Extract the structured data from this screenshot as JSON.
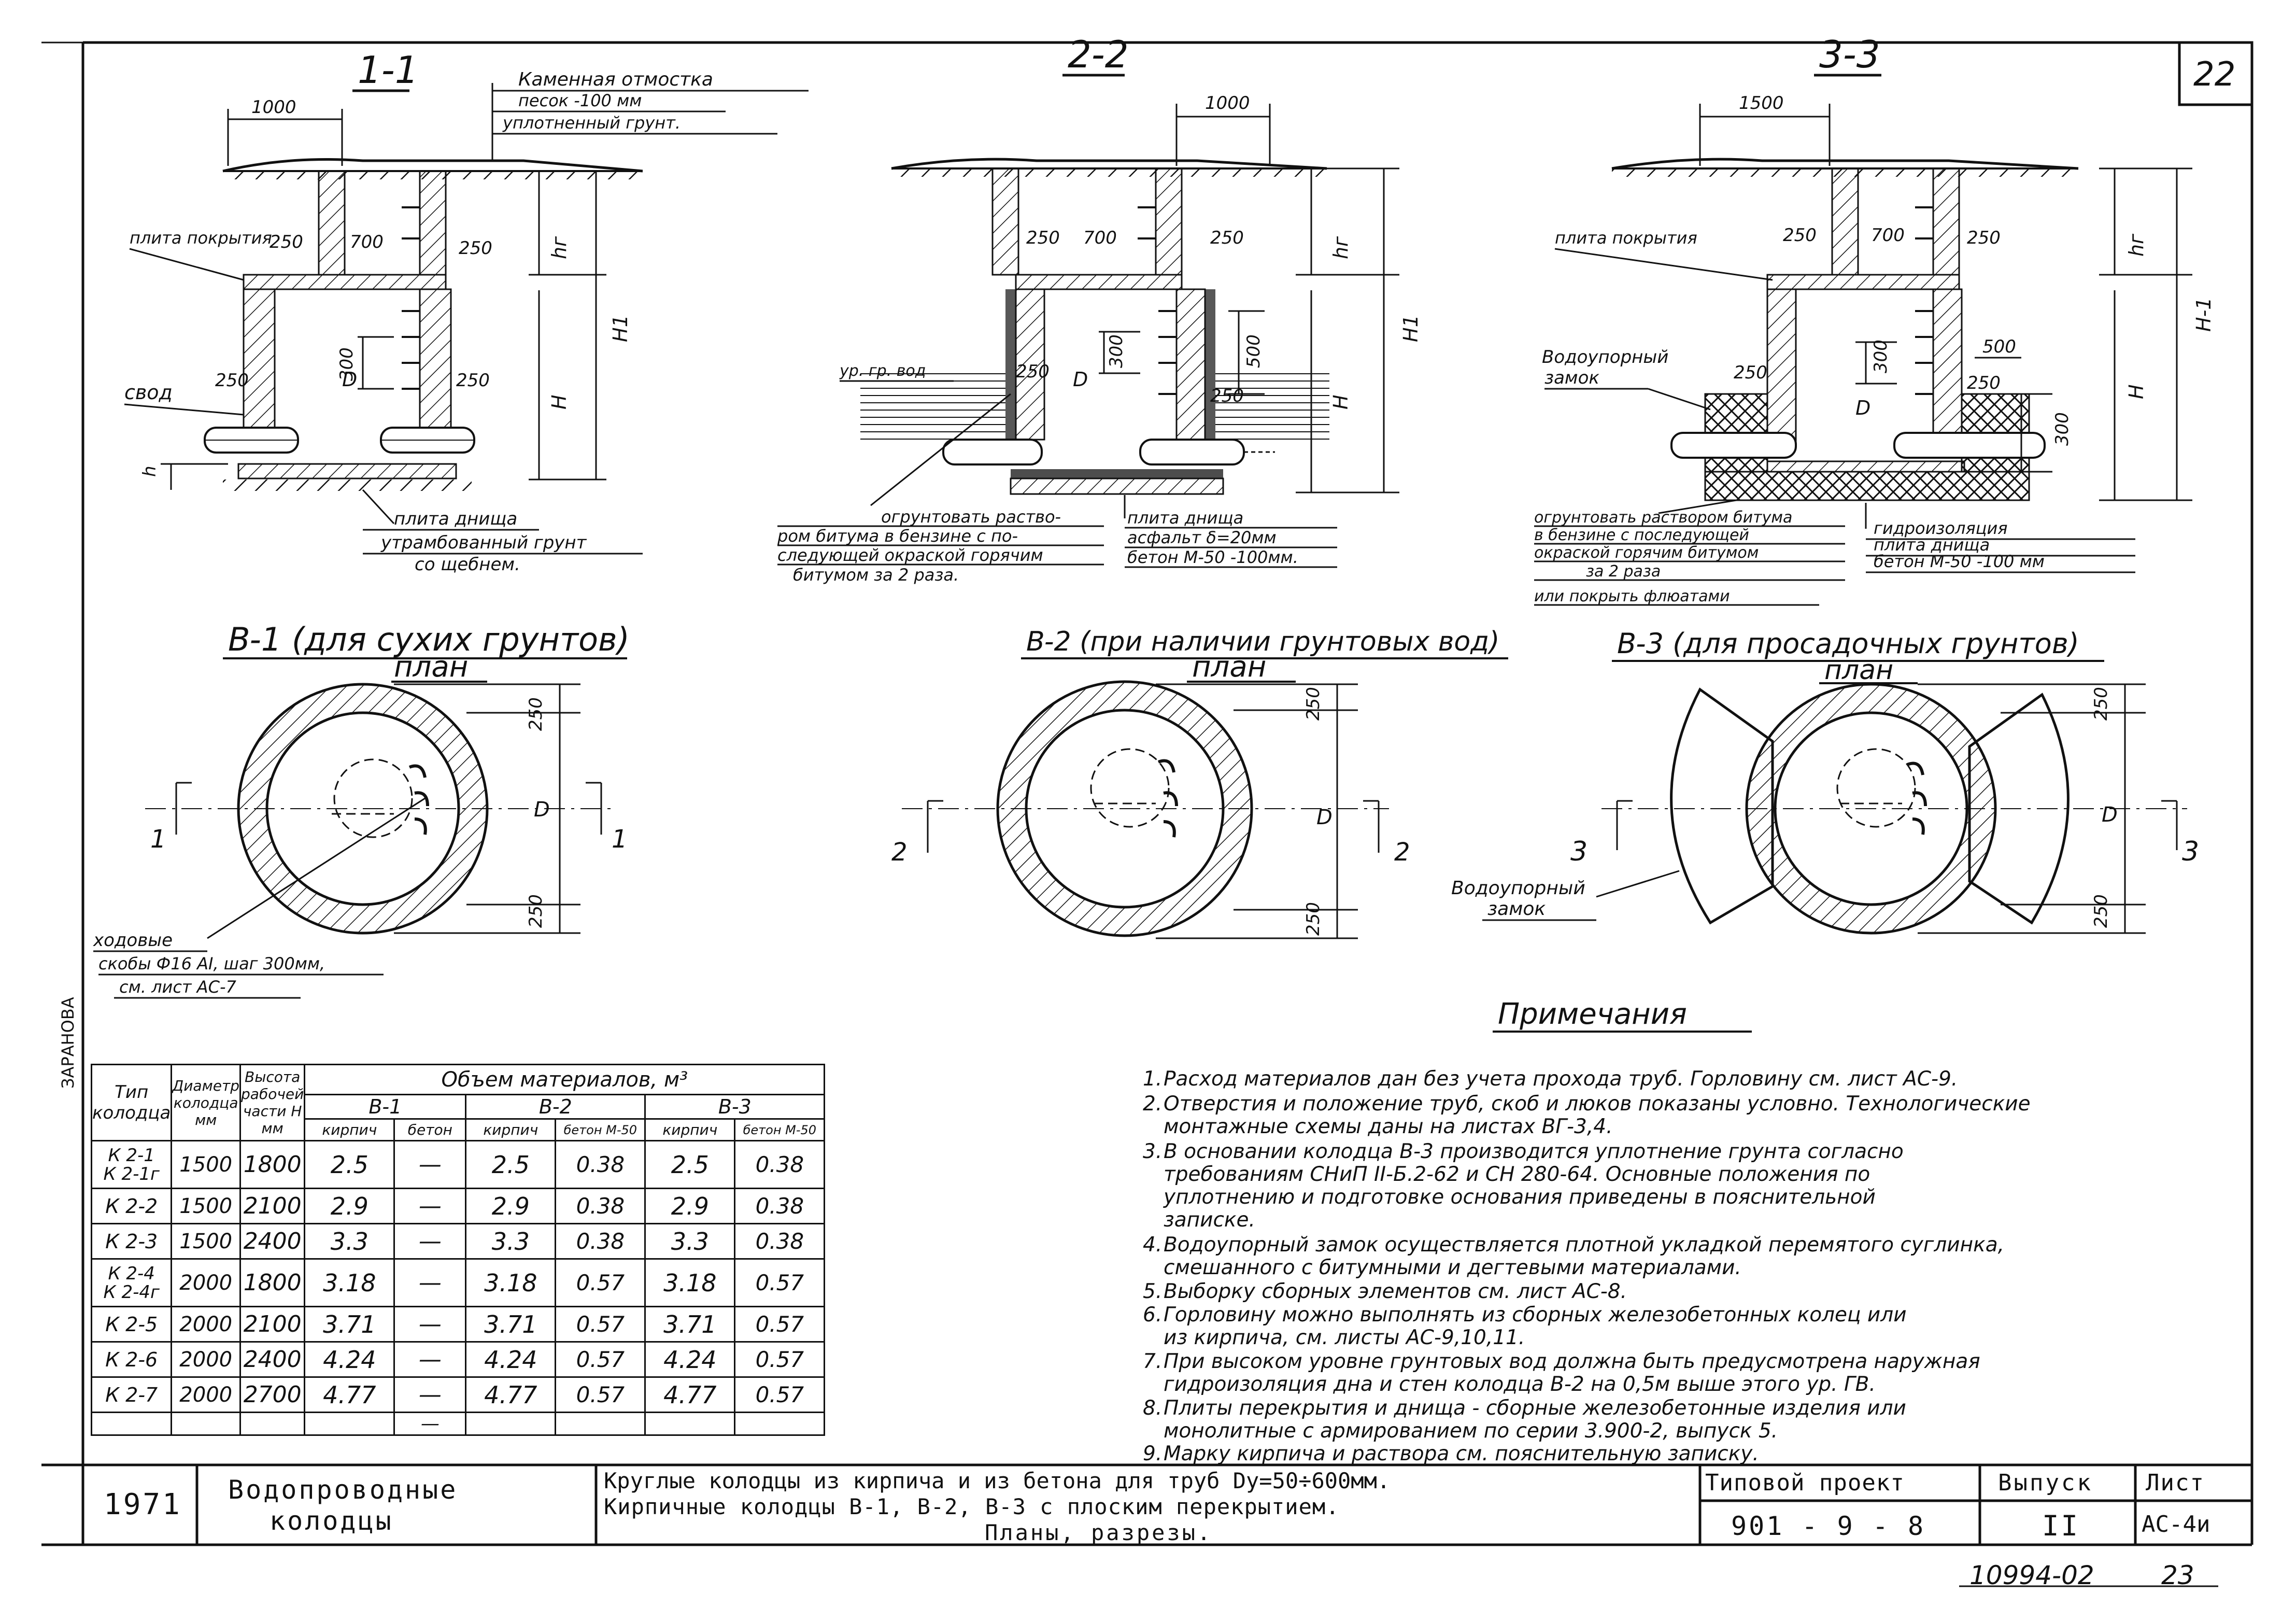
{
  "sheet_number": "22",
  "sections": {
    "s1": {
      "title": "1-1",
      "dim_top": "1000",
      "d_left": "250",
      "d_mid": "700",
      "d_right": "250",
      "step": "300",
      "D": "D",
      "wall_l": "250",
      "wall_r": "250",
      "hg": "hг",
      "H1": "H1",
      "H": "H",
      "h": "h",
      "lbl_slab": "плита покрытия",
      "lbl_vault": "свод",
      "callout_1": "Каменная отмостка",
      "callout_2": "песок -100 мм",
      "callout_3": "уплотненный грунт.",
      "lbl_bottom_1": "плита днища",
      "lbl_bottom_2": "утрамбованный грунт",
      "lbl_bottom_3": "со щебнем."
    },
    "s2": {
      "title": "2-2",
      "dim_top": "1000",
      "d_left": "250",
      "d_mid": "700",
      "d_right": "250",
      "step": "300",
      "step2": "500",
      "D": "D",
      "wall_l": "250",
      "wall_r": "250",
      "hg": "hг",
      "H1": "H1",
      "H": "H",
      "lbl_water": "ур. гр. вод",
      "lbl_left_1": "огрунтовать раство-",
      "lbl_left_2": "ром битума в бензине с по-",
      "lbl_left_3": "следующей окраской горячим",
      "lbl_left_4": "битумом за 2 раза.",
      "lbl_right_1": "плита днища",
      "lbl_right_2": "асфальт δ=20мм",
      "lbl_right_3": "бетон М-50 -100мм."
    },
    "s3": {
      "title": "3-3",
      "dim_top": "1500",
      "d_left": "250",
      "d_mid": "700",
      "d_right": "250",
      "step": "300",
      "step2": "500",
      "step3": "300",
      "D": "D",
      "wall_l": "250",
      "wall_r": "250",
      "hg": "hг",
      "H1": "H-1",
      "H": "H",
      "lbl_slab": "плита покрытия",
      "lbl_lock_1": "Водоупорный",
      "lbl_lock_2": "замок",
      "lbl_left_1": "огрунтовать раствором битума",
      "lbl_left_2": "в бензине с последующей",
      "lbl_left_3": "окраской горячим битумом",
      "lbl_left_4": "за 2 раза",
      "lbl_left_5": "или покрыть флюатами",
      "lbl_right_1": "гидроизоляция",
      "lbl_right_2": "плита днища",
      "lbl_right_3": "бетон М-50 -100 мм"
    }
  },
  "plans": {
    "p1": {
      "title": "B-1 (для сухих грунтов)",
      "subtitle": "план",
      "dim_top": "250",
      "D": "D",
      "dim_bottom": "250",
      "cut_left": "1",
      "cut_right": "1",
      "lbl_brackets_1": "ходовые",
      "lbl_brackets_2": "скобы Ф16 АI, шаг 300мм,",
      "lbl_brackets_3": "см. лист АС-7"
    },
    "p2": {
      "title": "B-2 (при наличии грунтовых вод)",
      "subtitle": "план",
      "dim_top": "250",
      "D": "D",
      "dim_bottom": "250",
      "cut_left": "2",
      "cut_right": "2"
    },
    "p3": {
      "title": "B-3 (для просадочных грунтов)",
      "subtitle": "план",
      "dim_top": "250",
      "D": "D",
      "dim_bottom": "250",
      "cut_left": "3",
      "cut_right": "3",
      "lbl_lock_1": "Водоупорный",
      "lbl_lock_2": "замок"
    }
  },
  "side_stamp": "ЗАРАНОВА",
  "table": {
    "h_type": [
      "Тип",
      "колодца"
    ],
    "h_diam": [
      "Диаметр",
      "колодца",
      "мм"
    ],
    "h_height": [
      "Высота",
      "рабочей",
      "части H мм"
    ],
    "h_volume": "Объем материалов, м³",
    "groups": [
      "В-1",
      "В-2",
      "В-3"
    ],
    "subcols": [
      "кирпич",
      "бетон",
      "кирпич",
      "бетон М-50",
      "кирпич",
      "бетон М-50"
    ],
    "rows": [
      {
        "type": "К 2-1\nК 2-1г",
        "diam": "1500",
        "height": "1800",
        "v": [
          "2.5",
          "—",
          "2.5",
          "0.38",
          "2.5",
          "0.38"
        ]
      },
      {
        "type": "К 2-2",
        "diam": "1500",
        "height": "2100",
        "v": [
          "2.9",
          "—",
          "2.9",
          "0.38",
          "2.9",
          "0.38"
        ]
      },
      {
        "type": "К 2-3",
        "diam": "1500",
        "height": "2400",
        "v": [
          "3.3",
          "—",
          "3.3",
          "0.38",
          "3.3",
          "0.38"
        ]
      },
      {
        "type": "К 2-4\nК 2-4г",
        "diam": "2000",
        "height": "1800",
        "v": [
          "3.18",
          "—",
          "3.18",
          "0.57",
          "3.18",
          "0.57"
        ]
      },
      {
        "type": "К 2-5",
        "diam": "2000",
        "height": "2100",
        "v": [
          "3.71",
          "—",
          "3.71",
          "0.57",
          "3.71",
          "0.57"
        ]
      },
      {
        "type": "К 2-6",
        "diam": "2000",
        "height": "2400",
        "v": [
          "4.24",
          "—",
          "4.24",
          "0.57",
          "4.24",
          "0.57"
        ]
      },
      {
        "type": "К 2-7",
        "diam": "2000",
        "height": "2700",
        "v": [
          "4.77",
          "—",
          "4.77",
          "0.57",
          "4.77",
          "0.57"
        ]
      },
      {
        "type": "",
        "diam": "",
        "height": "",
        "v": [
          "",
          "—",
          "",
          "",
          "",
          ""
        ]
      }
    ]
  },
  "notes_title": "Примечания",
  "notes": [
    {
      "n": "1.",
      "t": "Расход материалов дан без учета прохода труб. Горловину см. лист АС-9."
    },
    {
      "n": "2.",
      "t": "Отверстия и положение труб, скоб и люков показаны условно. Технологические\nмонтажные схемы даны на листах ВГ-3,4."
    },
    {
      "n": "3.",
      "t": "В основании колодца В-3 производится уплотнение грунта согласно\nтребованиям СНиП II-Б.2-62 и СН 280-64. Основные положения по\nуплотнению и подготовке основания приведены в пояснительной\nзаписке."
    },
    {
      "n": "4.",
      "t": "Водоупорный замок осуществляется плотной укладкой перемятого суглинка,\nсмешанного с битумными и дегтевыми материалами."
    },
    {
      "n": "5.",
      "t": "Выборку сборных элементов см. лист АС-8."
    },
    {
      "n": "6.",
      "t": "Горловину можно выполнять из сборных железобетонных колец или\nиз кирпича, см. листы АС-9,10,11."
    },
    {
      "n": "7.",
      "t": "При высоком уровне грунтовых вод должна быть предусмотрена наружная\nгидроизоляция дна и стен колодца В-2 на 0,5м выше этого ур. ГВ."
    },
    {
      "n": "8.",
      "t": "Плиты перекрытия и днища - сборные железобетонные изделия или\nмонолитные с армированием по серии 3.900-2, выпуск 5."
    },
    {
      "n": "9.",
      "t": "Марку кирпича и раствора см. пояснительную записку."
    }
  ],
  "title_block": {
    "year": "1971",
    "name_1": "Водопроводные",
    "name_2": "колодцы",
    "desc_1": "Круглые колодцы из кирпича и из бетона для труб Dу=50÷600мм.",
    "desc_2": "Кирпичные колодцы В-1, В-2, В-3 с плоским перекрытием.",
    "desc_3": "Планы, разрезы.",
    "proj_label": "Типовой проект",
    "proj_num": "901 - 9 - 8",
    "issue_label": "Выпуск",
    "issue_num": "II",
    "sheet_label": "Лист",
    "sheet_code": "АС-4и"
  },
  "footer_number": "10994-02",
  "footer_page": "23"
}
